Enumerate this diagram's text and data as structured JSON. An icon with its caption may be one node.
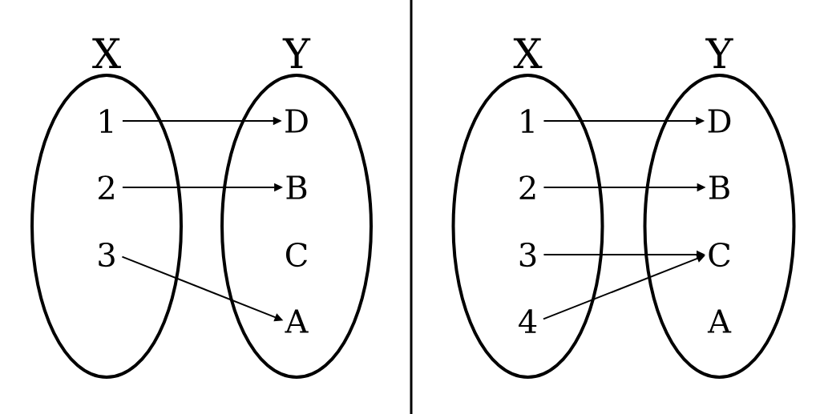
{
  "diagram": {
    "nodes": [
      {
        "text": [
          "X"
        ]
      },
      {
        "text": [
          "1"
        ],
        "in": 0
      },
      {
        "text": [
          "2"
        ],
        "in": 0
      },
      {
        "text": [
          "3"
        ],
        "in": 0
      },
      {
        "text": [
          "Y"
        ]
      },
      {
        "text": [
          "D"
        ],
        "in": 4
      },
      {
        "text": [
          "B"
        ],
        "in": 4
      },
      {
        "text": [
          "C"
        ],
        "in": 4
      },
      {
        "text": [
          "A"
        ],
        "in": 4
      },
      {
        "text": [
          "X"
        ]
      },
      {
        "text": [
          "1"
        ],
        "in": 9
      },
      {
        "text": [
          "2"
        ],
        "in": 9
      },
      {
        "text": [
          "3"
        ],
        "in": 9
      },
      {
        "text": [
          "4"
        ],
        "in": 9
      },
      {
        "text": [
          "Y"
        ]
      },
      {
        "text": [
          "D"
        ],
        "in": 14
      },
      {
        "text": [
          "B"
        ],
        "in": 14
      },
      {
        "text": [
          "C"
        ],
        "in": 14
      },
      {
        "text": [
          "A"
        ],
        "in": 14
      }
    ],
    "edges": [
      {
        "from": 1,
        "to": 5,
        "arrow": "to"
      },
      {
        "from": 2,
        "to": 6,
        "arrow": "to"
      },
      {
        "from": 3,
        "to": 8,
        "arrow": "to"
      },
      {
        "from": 10,
        "to": 15,
        "arrow": "to"
      },
      {
        "from": 11,
        "to": 16,
        "arrow": "to"
      },
      {
        "from": 12,
        "to": 17,
        "arrow": "to"
      },
      {
        "from": 13,
        "to": 17,
        "arrow": "to"
      }
    ]
  }
}
